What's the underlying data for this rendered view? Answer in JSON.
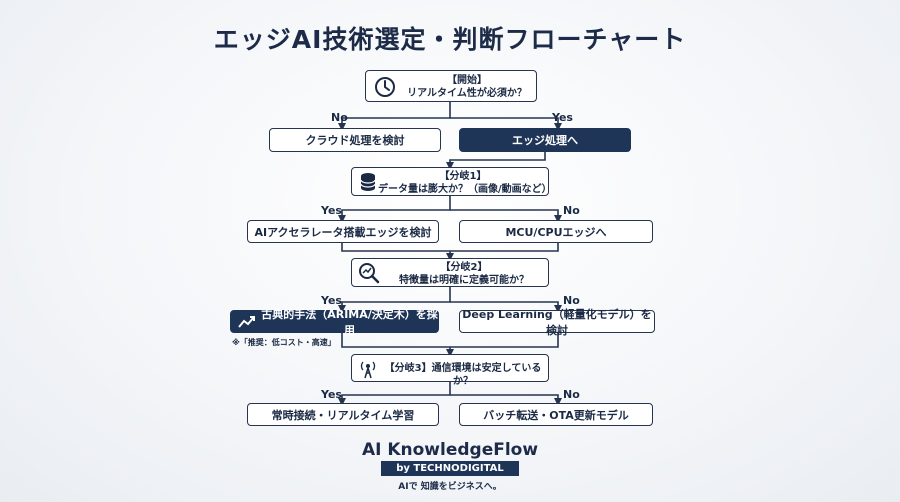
{
  "title": "エッジAI技術選定・判断フローチャート",
  "start": {
    "line1": "【開始】",
    "line2": "リアルタイム性が必須か？",
    "icon": "clock-icon"
  },
  "level1": {
    "no_label": "No",
    "yes_label": "Yes",
    "left": "クラウド処理を検討",
    "right": "エッジ処理へ"
  },
  "q1": {
    "line1": "【分岐1】",
    "line2": "データ量は膨大か？（画像/動画など）",
    "icon": "database-icon"
  },
  "level2": {
    "yes_label": "Yes",
    "no_label": "No",
    "left": "AIアクセラレータ搭載エッジを検討",
    "right": "MCU/CPUエッジへ"
  },
  "q2": {
    "line1": "【分岐2】",
    "line2": "特徴量は明確に定義可能か？",
    "icon": "magnifier-chart-icon"
  },
  "level3": {
    "yes_label": "Yes",
    "no_label": "No",
    "left": "古典的手法（ARIMA/決定木）を採用",
    "right": "Deep Learning（軽量化モデル）を検討",
    "note": "※「推奨：低コスト・高速」",
    "left_icon": "trend-chart-icon"
  },
  "q3": {
    "text": "【分岐3】通信環境は安定しているか？",
    "icon": "antenna-icon"
  },
  "level4": {
    "yes_label": "Yes",
    "no_label": "No",
    "left": "常時接続・リアルタイム学習",
    "right": "バッチ転送・OTA更新モデル"
  },
  "footer": {
    "brand": "AI KnowledgeFlow",
    "by": "by TECHNODIGITAL",
    "tagline": "AIで 知識をビジネスへ。"
  },
  "colors": {
    "navy": "#1f3558",
    "line": "#26344f"
  }
}
